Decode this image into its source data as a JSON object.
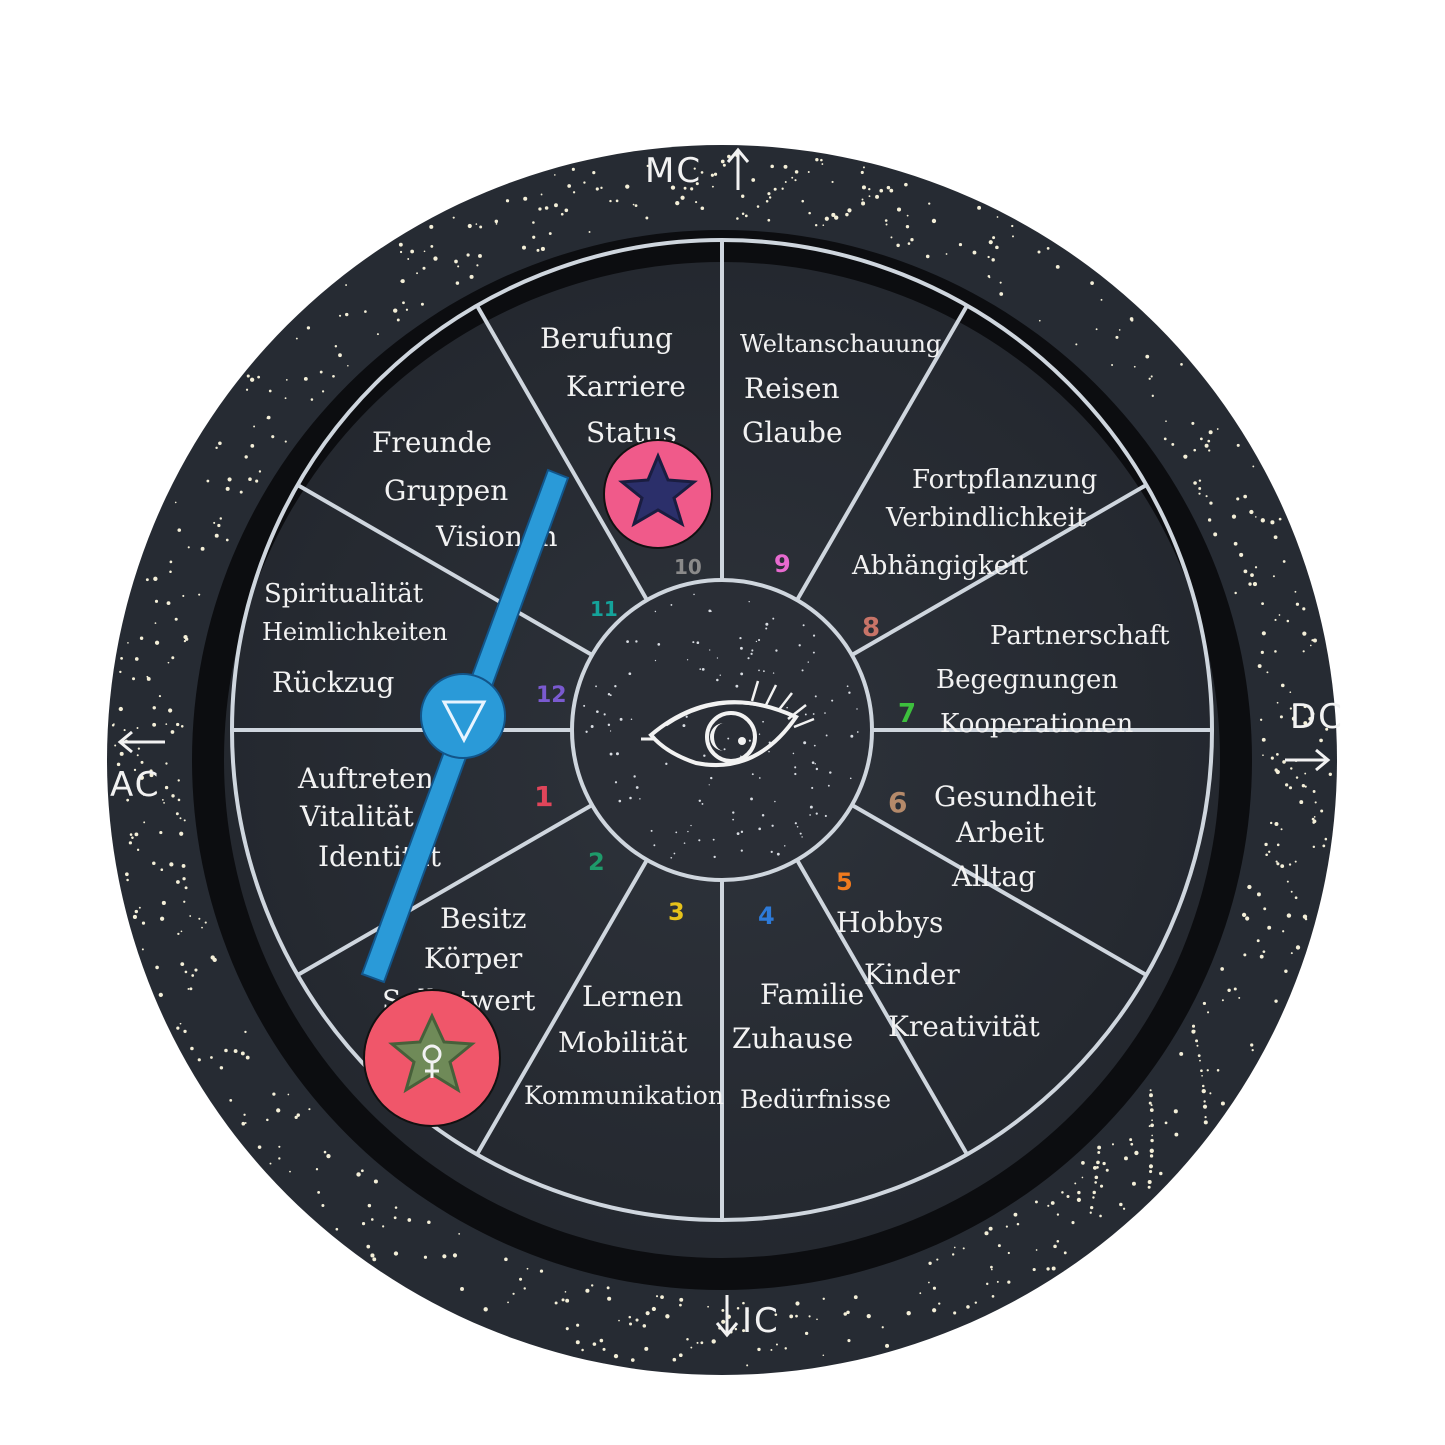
{
  "axes": {
    "mc": "MC",
    "dc": "DC",
    "ic": "IC",
    "ac": "AC"
  },
  "houses": [
    {
      "number": "1",
      "color": "#e0455a",
      "lines": [
        "Auftreten",
        "Vitalität",
        "Identität"
      ]
    },
    {
      "number": "2",
      "color": "#1e9a6a",
      "lines": [
        "Besitz",
        "Körper",
        "Selbstwert"
      ]
    },
    {
      "number": "3",
      "color": "#e6c21a",
      "lines": [
        "Lernen",
        "Mobilität",
        "Kommunikation"
      ]
    },
    {
      "number": "4",
      "color": "#2d7ad8",
      "lines": [
        "Familie",
        "Zuhause",
        "Bedürfnisse"
      ]
    },
    {
      "number": "5",
      "color": "#f07a1e",
      "lines": [
        "Hobbys",
        "Kinder",
        "Kreativität"
      ]
    },
    {
      "number": "6",
      "color": "#b58a6a",
      "lines": [
        "Gesundheit",
        "Arbeit",
        "Alltag"
      ]
    },
    {
      "number": "7",
      "color": "#3dbf3d",
      "lines": [
        "Partnerschaft",
        "Begegnungen",
        "Kooperationen"
      ]
    },
    {
      "number": "8",
      "color": "#c87468",
      "lines": [
        "Fortpflanzung",
        "Verbindlichkeit",
        "Abhängigkeit"
      ]
    },
    {
      "number": "9",
      "color": "#e86ad0",
      "lines": [
        "Weltanschauung",
        "Reisen",
        "Glaube"
      ]
    },
    {
      "number": "10",
      "color": "#8a8a8a",
      "lines": [
        "Berufung",
        "Karriere",
        "Status"
      ]
    },
    {
      "number": "11",
      "color": "#14a39a",
      "lines": [
        "Freunde",
        "Gruppen",
        "Visionen"
      ]
    },
    {
      "number": "12",
      "color": "#7a5ad0",
      "lines": [
        "Spiritualität",
        "Heimlichkeiten",
        "Rückzug"
      ]
    }
  ],
  "tokens": {
    "moon": {
      "icon": "moon-star-icon",
      "disc_color": "#f05a8a",
      "star_color": "#2b2f6a"
    },
    "venus": {
      "icon": "venus-star-icon",
      "disc_color": "#f0566a",
      "star_color": "#6f8a58"
    }
  },
  "pointer": {
    "icon": "triangle-down-icon",
    "color": "#2a9ad8"
  },
  "center": {
    "icon": "eye-moon-icon"
  }
}
